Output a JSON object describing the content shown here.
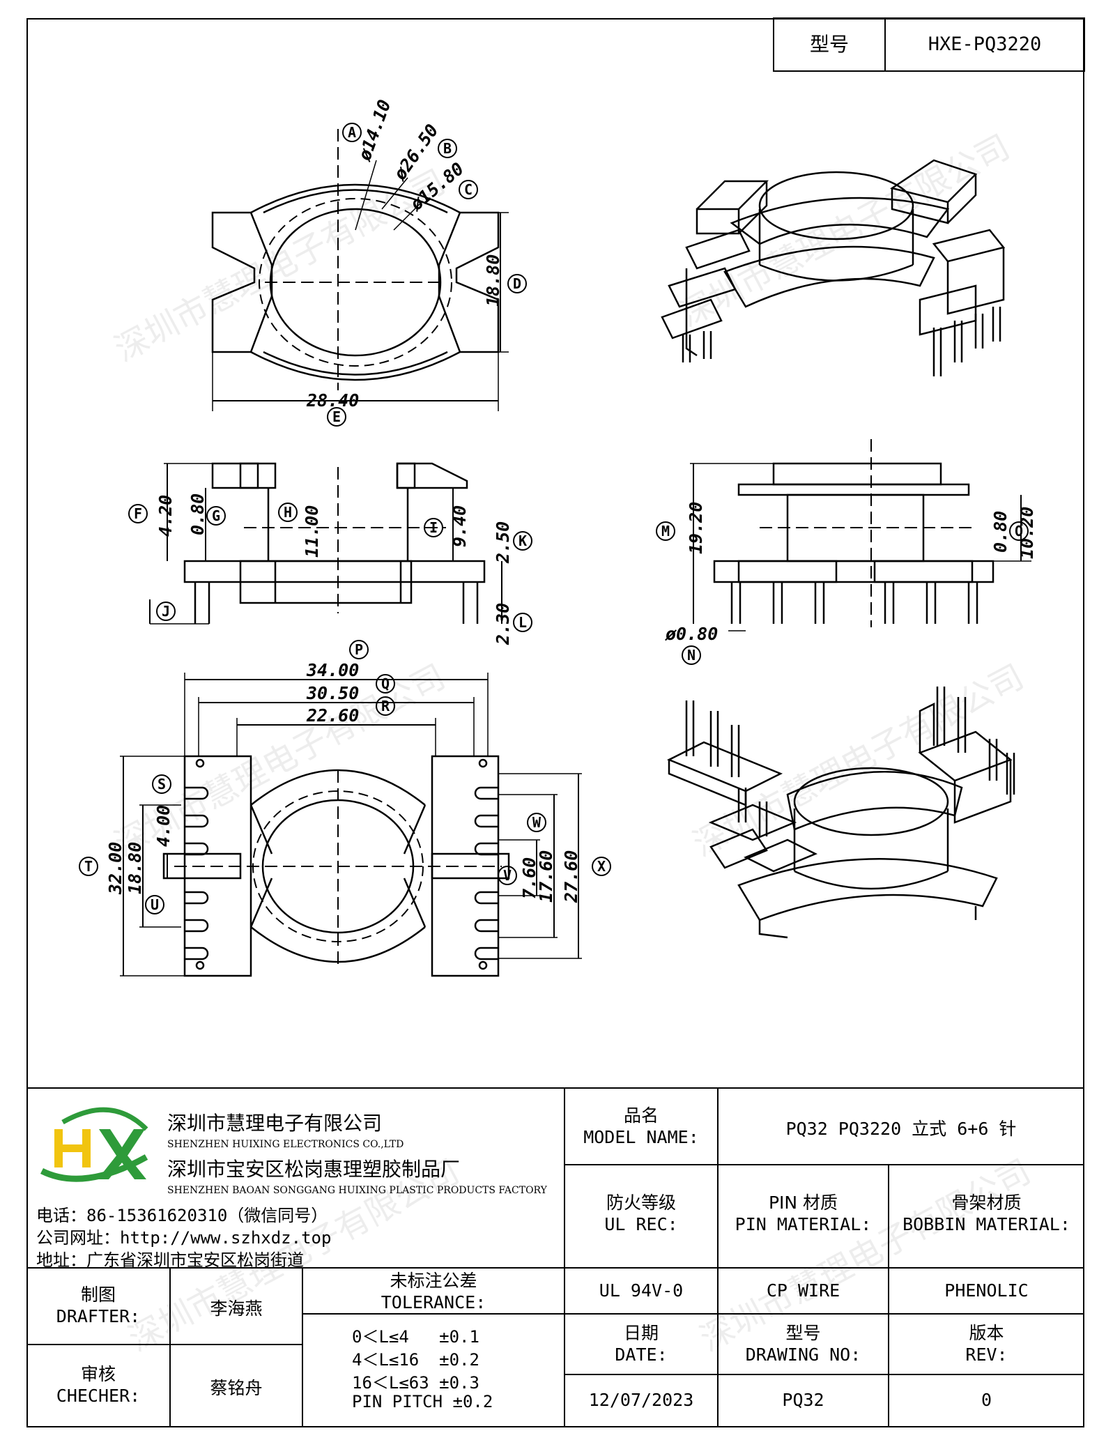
{
  "header": {
    "model_label": "型号",
    "model_value": "HXE-PQ3220"
  },
  "drawing": {
    "top_view": {
      "circles": [
        "A",
        "B",
        "C",
        "D",
        "E"
      ],
      "dims": [
        "ø14.10",
        "ø26.50",
        "ø15.80",
        "18.80",
        "28.40"
      ]
    },
    "side_view_left": {
      "circles": [
        "F",
        "G",
        "H",
        "I",
        "J",
        "K",
        "L"
      ],
      "dims": [
        "4.20",
        "0.80",
        "11.00",
        "9.40",
        "2.50",
        "2.30"
      ]
    },
    "side_view_right": {
      "circles": [
        "M",
        "N",
        "O"
      ],
      "dims": [
        "19.20",
        "0.80",
        "10.20",
        "ø0.80"
      ]
    },
    "bottom_view": {
      "circles": [
        "P",
        "Q",
        "R",
        "S",
        "T",
        "U",
        "V",
        "W",
        "X"
      ],
      "dims": [
        "34.00",
        "30.50",
        "22.60",
        "32.00",
        "18.80",
        "4.00",
        "7.60",
        "17.60",
        "27.60"
      ]
    }
  },
  "company": {
    "name_cn": "深圳市慧理电子有限公司",
    "name_en": "SHENZHEN HUIXING ELECTRONICS CO.,LTD",
    "factory_cn": "深圳市宝安区松岗惠理塑胶制品厂",
    "factory_en": "SHENZHEN BAOAN SONGGANG HUIXING PLASTIC PRODUCTS FACTORY",
    "phone": "电话：86-15361620310（微信同号）",
    "website": "公司网址：http://www.szhxdz.top",
    "address": "地址：广东省深圳市宝安区松岗街道",
    "watermark": "深圳市慧理电子有限公司",
    "brand_colors": [
      "#2e9b3a",
      "#f1c40f"
    ]
  },
  "title_block": {
    "model_name_cn": "品名",
    "model_name_en": "MODEL NAME:",
    "model_name_value": "PQ32 PQ3220 立式 6+6 针",
    "ul_cn": "防火等级",
    "ul_en": "UL REC:",
    "pin_cn": "PIN 材质",
    "pin_en": "PIN MATERIAL:",
    "bobbin_cn": "骨架材质",
    "bobbin_en": "BOBBIN MATERIAL:",
    "ul_value": "UL 94V-0",
    "pin_value": "CP WIRE",
    "bobbin_value": "PHENOLIC",
    "date_cn": "日期",
    "date_en": "DATE:",
    "drawing_no_cn": "型号",
    "drawing_no_en": "DRAWING NO:",
    "rev_cn": "版本",
    "rev_en": "REV:",
    "date_value": "12/07/2023",
    "drawing_no_value": "PQ32",
    "rev_value": "0",
    "drafter_cn": "制图",
    "drafter_en": "DRAFTER:",
    "drafter_value": "李海燕",
    "checker_cn": "审核",
    "checker_en": "CHECHER:",
    "checker_value": "蔡铭舟",
    "tolerance_cn": "未标注公差",
    "tolerance_en": "TOLERANCE:",
    "tolerances": [
      "0＜L≤4   ±0.1",
      "4＜L≤16  ±0.2",
      "16＜L≤63 ±0.3",
      "PIN PITCH ±0.2"
    ]
  }
}
